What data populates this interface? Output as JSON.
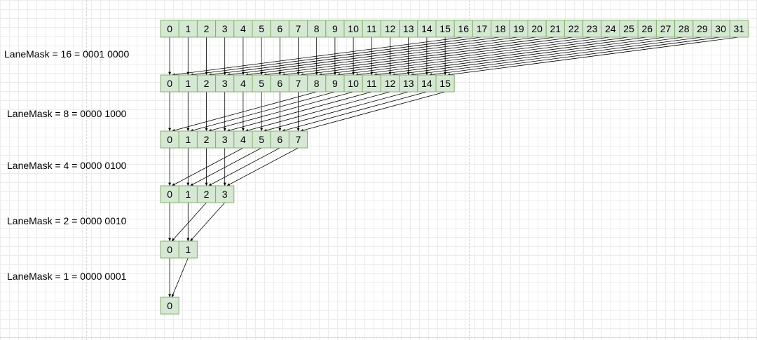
{
  "diagram": {
    "rows": [
      {
        "count": 32
      },
      {
        "count": 16
      },
      {
        "count": 8
      },
      {
        "count": 4
      },
      {
        "count": 2
      },
      {
        "count": 1
      }
    ],
    "masks": [
      {
        "label": "LaneMask = 16 = 0001 0000"
      },
      {
        "label": "LaneMask = 8 = 0000 1000"
      },
      {
        "label": "LaneMask = 4 = 0000 0100"
      },
      {
        "label": "LaneMask = 2 = 0000 0010"
      },
      {
        "label": "LaneMask = 1 = 0000 0001"
      }
    ],
    "colors": {
      "lane_fill": "#d5e8d4",
      "lane_stroke": "#82b366",
      "arrow": "#000000"
    }
  }
}
